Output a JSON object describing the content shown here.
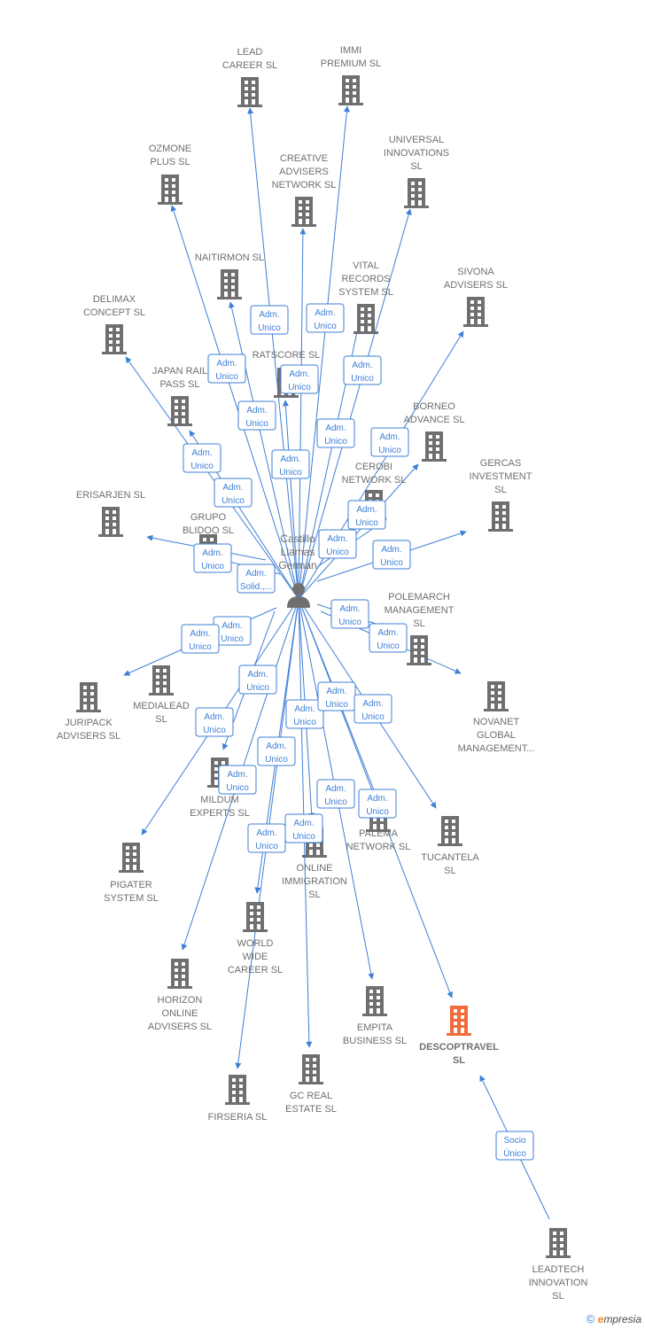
{
  "person": {
    "label_lines": [
      "Castillo",
      "Llamas",
      "German"
    ]
  },
  "colors": {
    "link": "#3d7fd6",
    "node": "#6f6f6f",
    "highlight": "#f26b3a"
  },
  "companies": [
    {
      "id": "lead",
      "lines": [
        "LEAD",
        "CAREER  SL"
      ]
    },
    {
      "id": "immi",
      "lines": [
        "IMMI",
        "PREMIUM  SL"
      ]
    },
    {
      "id": "ozmone",
      "lines": [
        "OZMONE",
        "PLUS  SL"
      ]
    },
    {
      "id": "creative",
      "lines": [
        "CREATIVE",
        "ADVISERS",
        "NETWORK  SL"
      ]
    },
    {
      "id": "universal",
      "lines": [
        "UNIVERSAL",
        "INNOVATIONS",
        "SL"
      ]
    },
    {
      "id": "naitirmon",
      "lines": [
        "NAITIRMON  SL"
      ]
    },
    {
      "id": "vital",
      "lines": [
        "VITAL",
        "RECORDS",
        "SYSTEM  SL"
      ]
    },
    {
      "id": "sivona",
      "lines": [
        "SIVONA",
        "ADVISERS  SL"
      ]
    },
    {
      "id": "delimax",
      "lines": [
        "DELIMAX",
        "CONCEPT  SL"
      ]
    },
    {
      "id": "ratscore",
      "lines": [
        "RATSCORE  SL"
      ]
    },
    {
      "id": "japan",
      "lines": [
        "JAPAN RAIL",
        "PASS  SL"
      ]
    },
    {
      "id": "borneo",
      "lines": [
        "BORNEO",
        "ADVANCE  SL"
      ]
    },
    {
      "id": "cerobi",
      "lines": [
        "CEROBI",
        "NETWORK  SL"
      ]
    },
    {
      "id": "gercas",
      "lines": [
        "GERCAS",
        "INVESTMENT",
        "SL"
      ]
    },
    {
      "id": "erisarjen",
      "lines": [
        "ERISARJEN  SL"
      ]
    },
    {
      "id": "grupo",
      "lines": [
        "GRUPO",
        "BLIDOO  SL"
      ]
    },
    {
      "id": "polemarch",
      "lines": [
        "POLEMARCH",
        "MANAGEMENT",
        "SL"
      ]
    },
    {
      "id": "medialead",
      "lines": [
        "MEDIALEAD",
        "SL"
      ]
    },
    {
      "id": "juripack",
      "lines": [
        "JURIPACK",
        "ADVISERS  SL"
      ]
    },
    {
      "id": "novanet",
      "lines": [
        "NOVANET",
        "GLOBAL",
        "MANAGEMENT..."
      ]
    },
    {
      "id": "mildum",
      "lines": [
        "MILDUM",
        "EXPERTS  SL"
      ]
    },
    {
      "id": "palema",
      "lines": [
        "PALEMA",
        "NETWORK  SL"
      ]
    },
    {
      "id": "tucantela",
      "lines": [
        "TUCANTELA",
        "SL"
      ]
    },
    {
      "id": "online",
      "lines": [
        "ONLINE",
        "IMMIGRATION",
        "SL"
      ]
    },
    {
      "id": "pigater",
      "lines": [
        "PIGATER",
        "SYSTEM  SL"
      ]
    },
    {
      "id": "world",
      "lines": [
        "WORLD",
        "WIDE",
        "CAREER  SL"
      ]
    },
    {
      "id": "horizon",
      "lines": [
        "HORIZON",
        "ONLINE",
        "ADVISERS  SL"
      ]
    },
    {
      "id": "empita",
      "lines": [
        "EMPITA",
        "BUSINESS  SL"
      ]
    },
    {
      "id": "descoptravel",
      "lines": [
        "DESCOPTRAVEL",
        "SL"
      ],
      "highlight": true
    },
    {
      "id": "gcreal",
      "lines": [
        "GC REAL",
        "ESTATE  SL"
      ]
    },
    {
      "id": "firseria",
      "lines": [
        "FIRSERIA SL"
      ]
    },
    {
      "id": "leadtech",
      "lines": [
        "LEADTECH",
        "INNOVATION",
        "SL"
      ]
    }
  ],
  "badges": {
    "adm": [
      "Adm.",
      "Unico"
    ],
    "solid": [
      "Adm.",
      "Solid.,..."
    ],
    "socio": [
      "Socio",
      "Único"
    ]
  },
  "footer": {
    "copyright": "©",
    "brand_e": "e",
    "brand_rest": "mpresia"
  }
}
